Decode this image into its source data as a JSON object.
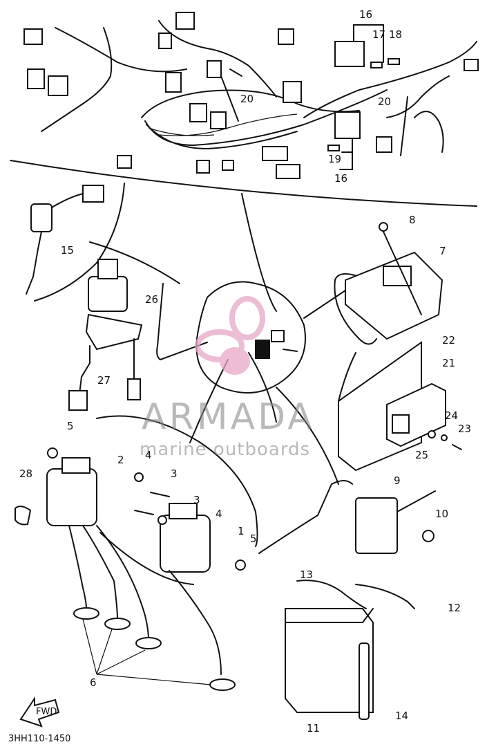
{
  "diagram": {
    "part_numbers": [
      "1",
      "2",
      "3",
      "3",
      "4",
      "4",
      "5",
      "5",
      "6",
      "7",
      "8",
      "9",
      "10",
      "11",
      "12",
      "13",
      "14",
      "15",
      "16",
      "16",
      "17",
      "18",
      "19",
      "20",
      "20",
      "21",
      "22",
      "23",
      "24",
      "25",
      "26",
      "27",
      "28"
    ],
    "catalog_code": "3HH110-1450",
    "fwd_arrow": "FWD"
  },
  "watermark": {
    "title": "ARMADA",
    "subtitle": "marine outboards",
    "colors": {
      "logo": "#e8a6c8",
      "text": "#8a8a8a"
    }
  }
}
